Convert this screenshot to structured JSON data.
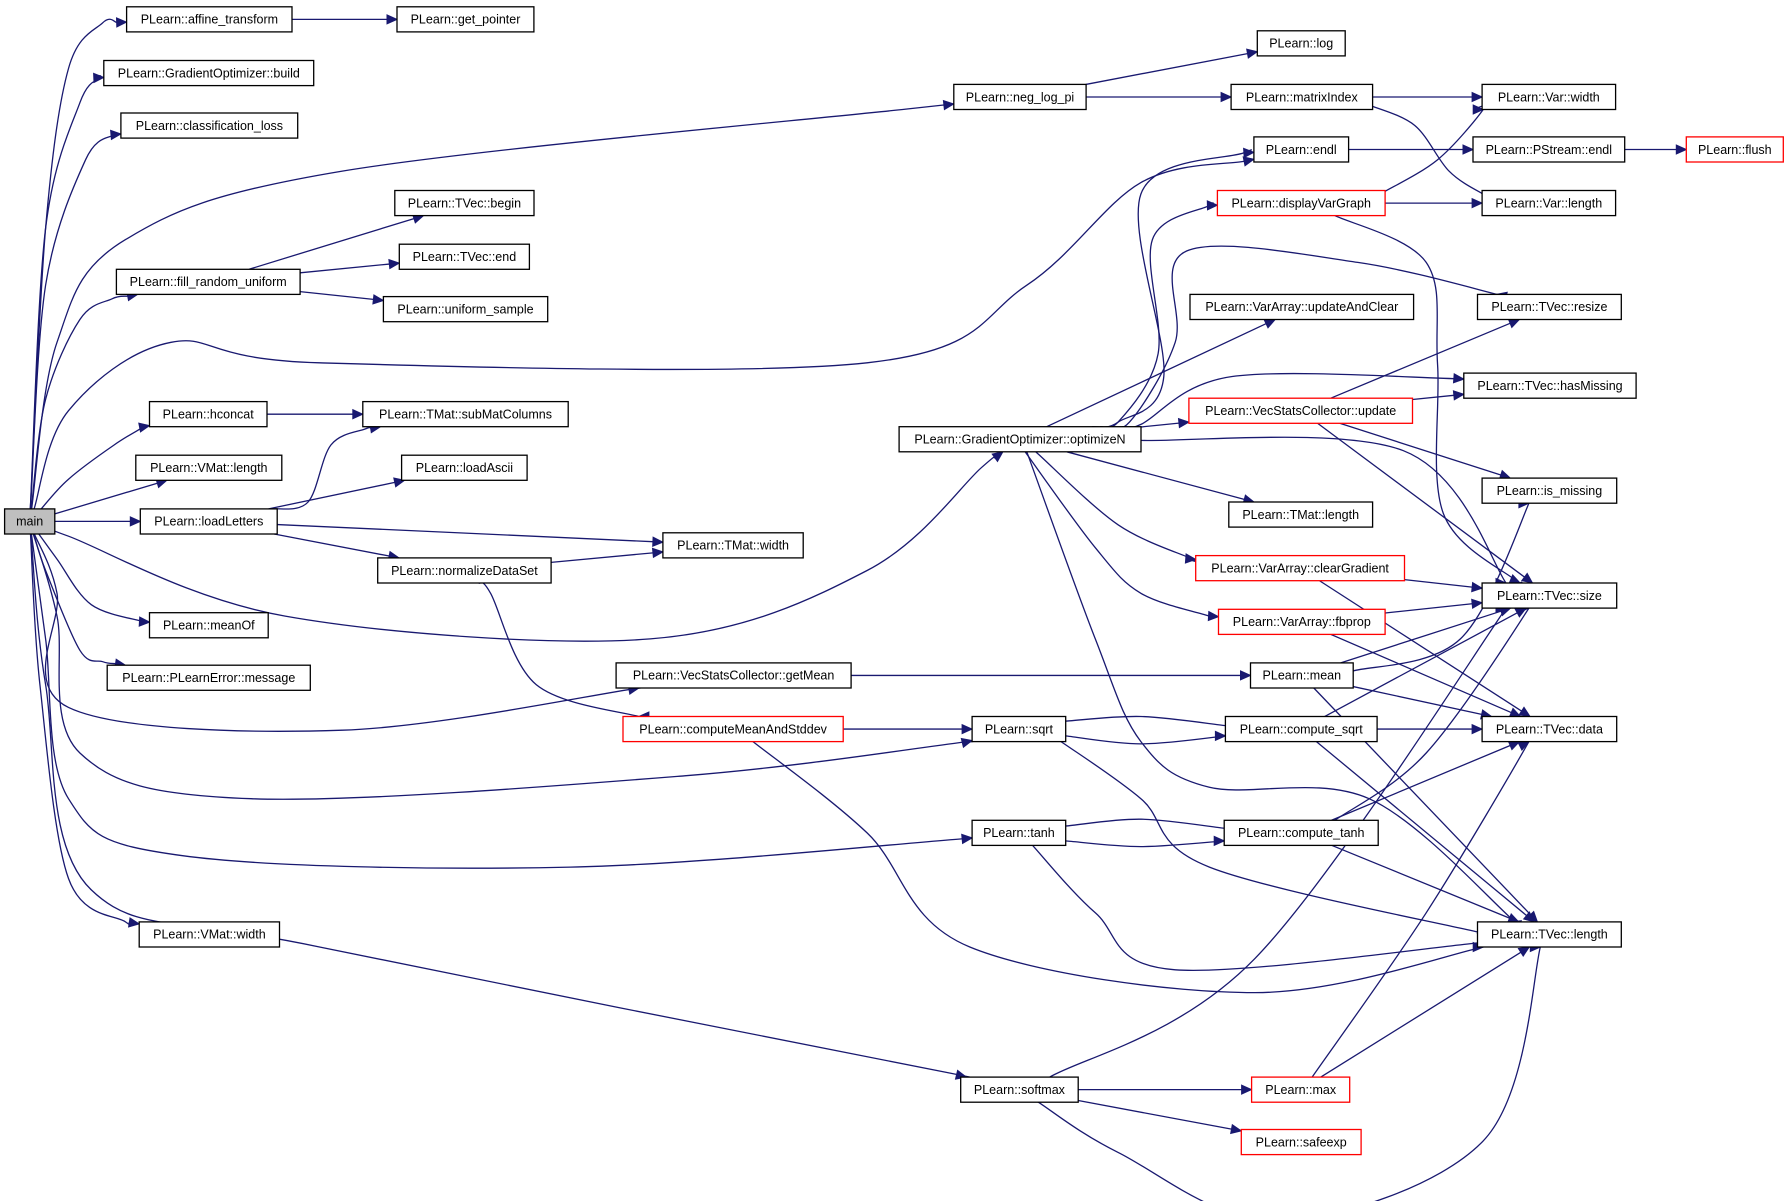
{
  "nodes": [
    {
      "id": "main",
      "label": "main",
      "style": "gray"
    },
    {
      "id": "affine_transform",
      "label": "PLearn::affine_transform",
      "style": "normal"
    },
    {
      "id": "get_pointer",
      "label": "PLearn::get_pointer",
      "style": "normal"
    },
    {
      "id": "go_build",
      "label": "PLearn::GradientOptimizer::build",
      "style": "normal"
    },
    {
      "id": "classification_loss",
      "label": "PLearn::classification_loss",
      "style": "normal"
    },
    {
      "id": "fill_random_uniform",
      "label": "PLearn::fill_random_uniform",
      "style": "normal"
    },
    {
      "id": "tvec_begin",
      "label": "PLearn::TVec::begin",
      "style": "normal"
    },
    {
      "id": "tvec_end",
      "label": "PLearn::TVec::end",
      "style": "normal"
    },
    {
      "id": "uniform_sample",
      "label": "PLearn::uniform_sample",
      "style": "normal"
    },
    {
      "id": "hconcat",
      "label": "PLearn::hconcat",
      "style": "normal"
    },
    {
      "id": "submatcolumns",
      "label": "PLearn::TMat::subMatColumns",
      "style": "normal"
    },
    {
      "id": "vmat_length",
      "label": "PLearn::VMat::length",
      "style": "normal"
    },
    {
      "id": "loadascii",
      "label": "PLearn::loadAscii",
      "style": "normal"
    },
    {
      "id": "loadletters",
      "label": "PLearn::loadLetters",
      "style": "normal"
    },
    {
      "id": "tmat_width",
      "label": "PLearn::TMat::width",
      "style": "normal"
    },
    {
      "id": "normalizedataset",
      "label": "PLearn::normalizeDataSet",
      "style": "normal"
    },
    {
      "id": "meanof",
      "label": "PLearn::meanOf",
      "style": "normal"
    },
    {
      "id": "message",
      "label": "PLearn::PLearnError::message",
      "style": "normal"
    },
    {
      "id": "getmean",
      "label": "PLearn::VecStatsCollector::getMean",
      "style": "normal"
    },
    {
      "id": "computemeanandstddev",
      "label": "PLearn::computeMeanAndStddev",
      "style": "red"
    },
    {
      "id": "vmat_width",
      "label": "PLearn::VMat::width",
      "style": "normal"
    },
    {
      "id": "neg_log_pi",
      "label": "PLearn::neg_log_pi",
      "style": "normal"
    },
    {
      "id": "log",
      "label": "PLearn::log",
      "style": "normal"
    },
    {
      "id": "matrixindex",
      "label": "PLearn::matrixIndex",
      "style": "normal"
    },
    {
      "id": "var_width",
      "label": "PLearn::Var::width",
      "style": "normal"
    },
    {
      "id": "var_length",
      "label": "PLearn::Var::length",
      "style": "normal"
    },
    {
      "id": "endl",
      "label": "PLearn::endl",
      "style": "normal"
    },
    {
      "id": "pstream_endl",
      "label": "PLearn::PStream::endl",
      "style": "normal"
    },
    {
      "id": "flush",
      "label": "PLearn::flush",
      "style": "red"
    },
    {
      "id": "displayvargraph",
      "label": "PLearn::displayVarGraph",
      "style": "red"
    },
    {
      "id": "optimizen",
      "label": "PLearn::GradientOptimizer::optimizeN",
      "style": "normal"
    },
    {
      "id": "updateandclear",
      "label": "PLearn::VarArray::updateAndClear",
      "style": "normal"
    },
    {
      "id": "tvec_resize",
      "label": "PLearn::TVec::resize",
      "style": "normal"
    },
    {
      "id": "tvec_hasmissing",
      "label": "PLearn::TVec::hasMissing",
      "style": "normal"
    },
    {
      "id": "vsc_update",
      "label": "PLearn::VecStatsCollector::update",
      "style": "red"
    },
    {
      "id": "is_missing",
      "label": "PLearn::is_missing",
      "style": "normal"
    },
    {
      "id": "tmat_length",
      "label": "PLearn::TMat::length",
      "style": "normal"
    },
    {
      "id": "cleargradient",
      "label": "PLearn::VarArray::clearGradient",
      "style": "red"
    },
    {
      "id": "fbprop",
      "label": "PLearn::VarArray::fbprop",
      "style": "red"
    },
    {
      "id": "tvec_size",
      "label": "PLearn::TVec::size",
      "style": "normal"
    },
    {
      "id": "mean",
      "label": "PLearn::mean",
      "style": "normal"
    },
    {
      "id": "sqrt",
      "label": "PLearn::sqrt",
      "style": "normal"
    },
    {
      "id": "compute_sqrt",
      "label": "PLearn::compute_sqrt",
      "style": "normal"
    },
    {
      "id": "tvec_data",
      "label": "PLearn::TVec::data",
      "style": "normal"
    },
    {
      "id": "tanh",
      "label": "PLearn::tanh",
      "style": "normal"
    },
    {
      "id": "compute_tanh",
      "label": "PLearn::compute_tanh",
      "style": "normal"
    },
    {
      "id": "tvec_length",
      "label": "PLearn::TVec::length",
      "style": "normal"
    },
    {
      "id": "softmax",
      "label": "PLearn::softmax",
      "style": "normal"
    },
    {
      "id": "max",
      "label": "PLearn::max",
      "style": "red"
    },
    {
      "id": "safeexp",
      "label": "PLearn::safeexp",
      "style": "red"
    }
  ],
  "edges": [
    {
      "from": "main",
      "to": "affine_transform"
    },
    {
      "from": "main",
      "to": "go_build"
    },
    {
      "from": "main",
      "to": "classification_loss"
    },
    {
      "from": "main",
      "to": "fill_random_uniform"
    },
    {
      "from": "main",
      "to": "endl"
    },
    {
      "from": "main",
      "to": "neg_log_pi"
    },
    {
      "from": "main",
      "to": "hconcat"
    },
    {
      "from": "main",
      "to": "vmat_length"
    },
    {
      "from": "main",
      "to": "loadletters"
    },
    {
      "from": "main",
      "to": "optimizen"
    },
    {
      "from": "main",
      "to": "meanof"
    },
    {
      "from": "main",
      "to": "message"
    },
    {
      "from": "main",
      "to": "getmean"
    },
    {
      "from": "main",
      "to": "sqrt"
    },
    {
      "from": "main",
      "to": "tanh"
    },
    {
      "from": "main",
      "to": "vmat_width"
    },
    {
      "from": "main",
      "to": "softmax"
    },
    {
      "from": "affine_transform",
      "to": "get_pointer"
    },
    {
      "from": "fill_random_uniform",
      "to": "tvec_begin"
    },
    {
      "from": "fill_random_uniform",
      "to": "tvec_end"
    },
    {
      "from": "fill_random_uniform",
      "to": "uniform_sample"
    },
    {
      "from": "hconcat",
      "to": "submatcolumns"
    },
    {
      "from": "loadletters",
      "to": "submatcolumns"
    },
    {
      "from": "loadletters",
      "to": "loadascii"
    },
    {
      "from": "loadletters",
      "to": "tmat_width"
    },
    {
      "from": "loadletters",
      "to": "normalizedataset"
    },
    {
      "from": "normalizedataset",
      "to": "tmat_width"
    },
    {
      "from": "normalizedataset",
      "to": "computemeanandstddev"
    },
    {
      "from": "neg_log_pi",
      "to": "log"
    },
    {
      "from": "neg_log_pi",
      "to": "matrixindex"
    },
    {
      "from": "matrixindex",
      "to": "var_width"
    },
    {
      "from": "matrixindex",
      "to": "var_length"
    },
    {
      "from": "endl",
      "to": "pstream_endl"
    },
    {
      "from": "pstream_endl",
      "to": "flush"
    },
    {
      "from": "displayvargraph",
      "to": "var_width"
    },
    {
      "from": "displayvargraph",
      "to": "var_length"
    },
    {
      "from": "displayvargraph",
      "to": "tvec_size"
    },
    {
      "from": "optimizen",
      "to": "endl"
    },
    {
      "from": "optimizen",
      "to": "displayvargraph"
    },
    {
      "from": "optimizen",
      "to": "tvec_resize"
    },
    {
      "from": "optimizen",
      "to": "updateandclear"
    },
    {
      "from": "optimizen",
      "to": "tvec_hasmissing"
    },
    {
      "from": "optimizen",
      "to": "vsc_update"
    },
    {
      "from": "optimizen",
      "to": "tvec_size"
    },
    {
      "from": "optimizen",
      "to": "tmat_length"
    },
    {
      "from": "optimizen",
      "to": "cleargradient"
    },
    {
      "from": "optimizen",
      "to": "fbprop"
    },
    {
      "from": "optimizen",
      "to": "tvec_length"
    },
    {
      "from": "vsc_update",
      "to": "tvec_resize"
    },
    {
      "from": "vsc_update",
      "to": "tvec_hasmissing"
    },
    {
      "from": "vsc_update",
      "to": "is_missing"
    },
    {
      "from": "vsc_update",
      "to": "tvec_size"
    },
    {
      "from": "cleargradient",
      "to": "tvec_size"
    },
    {
      "from": "cleargradient",
      "to": "tvec_data"
    },
    {
      "from": "fbprop",
      "to": "tvec_size"
    },
    {
      "from": "fbprop",
      "to": "tvec_data"
    },
    {
      "from": "getmean",
      "to": "mean"
    },
    {
      "from": "mean",
      "to": "is_missing"
    },
    {
      "from": "mean",
      "to": "tvec_size"
    },
    {
      "from": "mean",
      "to": "tvec_data"
    },
    {
      "from": "mean",
      "to": "tvec_length"
    },
    {
      "from": "computemeanandstddev",
      "to": "sqrt"
    },
    {
      "from": "computemeanandstddev",
      "to": "tvec_length"
    },
    {
      "from": "sqrt",
      "to": "compute_sqrt"
    },
    {
      "from": "compute_sqrt",
      "to": "sqrt"
    },
    {
      "from": "sqrt",
      "to": "tvec_length"
    },
    {
      "from": "compute_sqrt",
      "to": "tvec_size"
    },
    {
      "from": "compute_sqrt",
      "to": "tvec_data"
    },
    {
      "from": "compute_sqrt",
      "to": "tvec_length"
    },
    {
      "from": "tanh",
      "to": "compute_tanh"
    },
    {
      "from": "compute_tanh",
      "to": "tanh"
    },
    {
      "from": "tanh",
      "to": "tvec_length"
    },
    {
      "from": "compute_tanh",
      "to": "tvec_size"
    },
    {
      "from": "compute_tanh",
      "to": "tvec_data"
    },
    {
      "from": "compute_tanh",
      "to": "tvec_length"
    },
    {
      "from": "softmax",
      "to": "max"
    },
    {
      "from": "softmax",
      "to": "safeexp"
    },
    {
      "from": "softmax",
      "to": "tvec_size"
    },
    {
      "from": "softmax",
      "to": "tvec_length"
    },
    {
      "from": "max",
      "to": "tvec_data"
    },
    {
      "from": "max",
      "to": "tvec_length"
    }
  ]
}
